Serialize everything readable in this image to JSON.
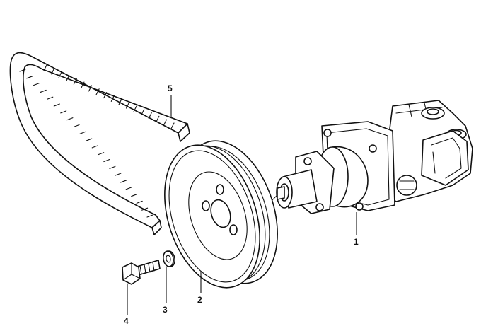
{
  "diagram": {
    "callouts": {
      "c1": "1",
      "c2": "2",
      "c3": "3",
      "c4": "4",
      "c5": "5"
    }
  }
}
